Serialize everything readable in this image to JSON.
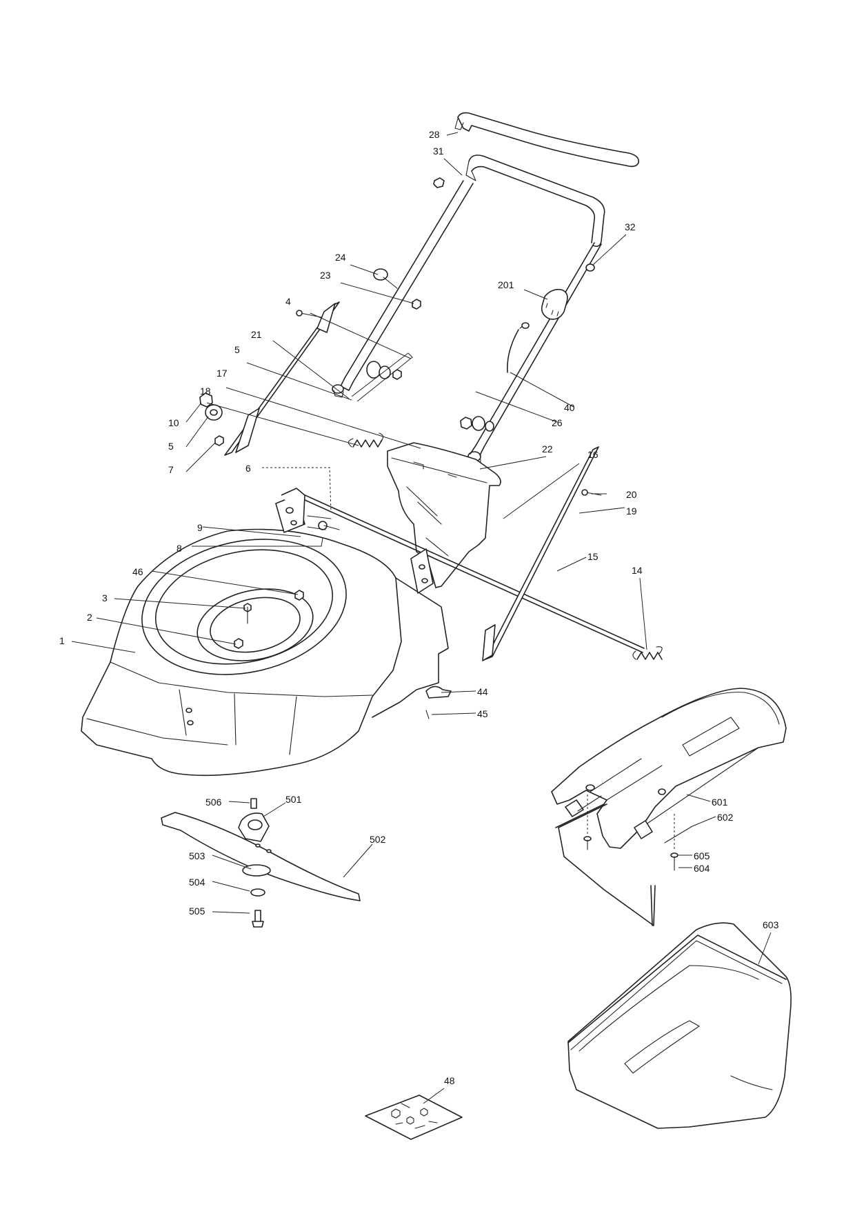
{
  "callouts": {
    "c28": "28",
    "c31": "31",
    "c32": "32",
    "c24": "24",
    "c23": "23",
    "c201": "201",
    "c4": "4",
    "c21": "21",
    "c5a": "5",
    "c17": "17",
    "c18": "18",
    "c10": "10",
    "c5b": "5",
    "c7": "7",
    "c40": "40",
    "c26": "26",
    "c22": "22",
    "c16": "16",
    "c6": "6",
    "c20": "20",
    "c19": "19",
    "c9": "9",
    "c8": "8",
    "c15": "15",
    "c46": "46",
    "c14": "14",
    "c3": "3",
    "c2": "2",
    "c1": "1",
    "c44": "44",
    "c45": "45",
    "c506": "506",
    "c501": "501",
    "c502": "502",
    "c503": "503",
    "c504": "504",
    "c505": "505",
    "c601": "601",
    "c602": "602",
    "c605": "605",
    "c604": "604",
    "c603": "603",
    "c48": "48"
  }
}
